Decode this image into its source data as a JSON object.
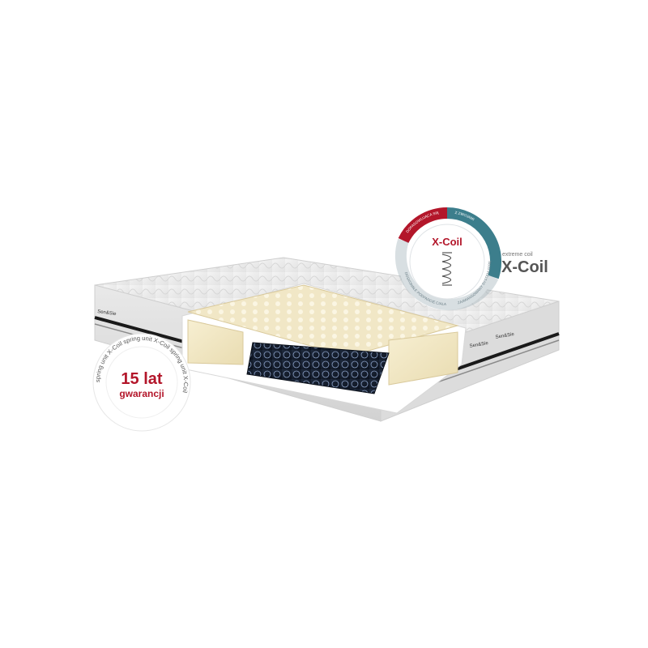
{
  "product": {
    "brand_label": "Sen&Sie"
  },
  "warranty_badge": {
    "line1": "15 lat",
    "line2": "gwarancji",
    "ring_text": "spring unit X-Coil   spring unit X-Coil   spring unit X-Coil   ",
    "accent_color": "#b3162a"
  },
  "coil_badge": {
    "title": "X-Coil",
    "ring_top_left": "DOPASOWUJĄCA SIĘ",
    "ring_top_right": "Z ZWOJAMI",
    "ring_right": "ZAAWANSOWANY SYSTEM SPRĘŻYN",
    "ring_left": "DOSKONAŁE PODPARCIE CIAŁA",
    "icon": "spring-coil-icon",
    "accent_red": "#b3162a",
    "accent_teal": "#3c7e8c"
  },
  "coil_caption": {
    "small": "extreme coil",
    "big": "X-Coil"
  }
}
